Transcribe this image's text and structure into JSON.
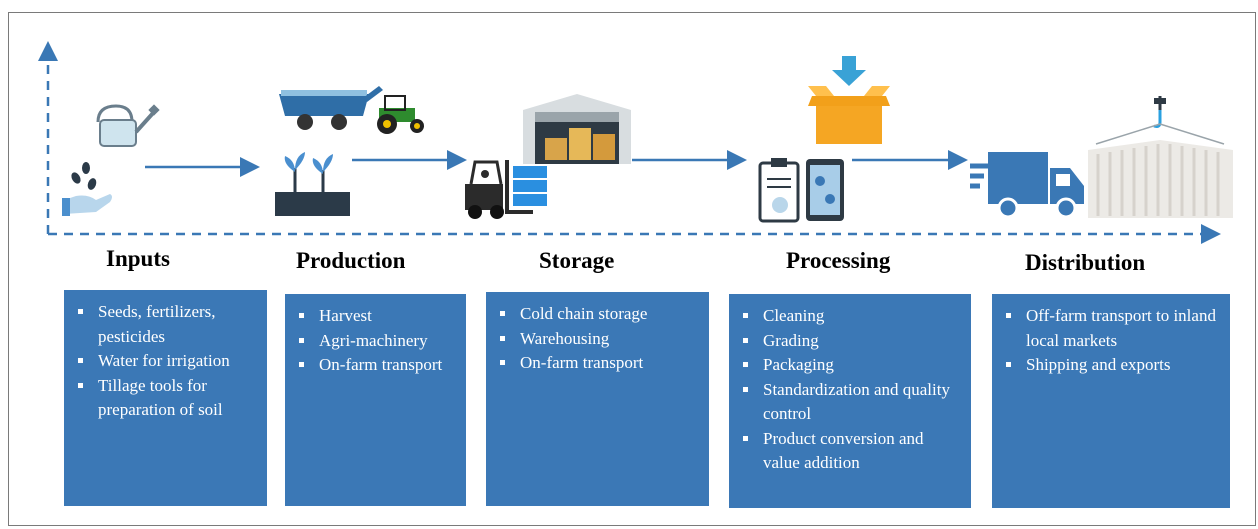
{
  "stages": [
    {
      "title": "Inputs",
      "items": [
        "Seeds, fertilizers, pesticides",
        "Water for irrigation",
        "Tillage tools for preparation of soil"
      ]
    },
    {
      "title": "Production",
      "items": [
        "Harvest",
        "Agri-machinery",
        "On-farm transport"
      ]
    },
    {
      "title": "Storage",
      "items": [
        "Cold chain storage",
        "Warehousing",
        "On-farm transport"
      ]
    },
    {
      "title": "Processing",
      "items": [
        "Cleaning",
        "Grading",
        "Packaging",
        "Standardization and quality control",
        "Product conversion and value addition"
      ]
    },
    {
      "title": "Distribution",
      "items": [
        "Off-farm transport to inland local markets",
        "Shipping and exports"
      ]
    }
  ],
  "icons": [
    "watering-can-icon",
    "seed-in-hand-icon",
    "grain-cart-tractor-icon",
    "seedling-icon",
    "warehouse-icon",
    "forklift-icon",
    "box-with-arrow-icon",
    "clipboard-and-tablet-icon",
    "delivery-truck-icon",
    "shipping-container-crane-icon"
  ],
  "colors": {
    "box": "#3b78b6",
    "arrow": "#3a78b5",
    "text_on_box": "#ffffff"
  }
}
